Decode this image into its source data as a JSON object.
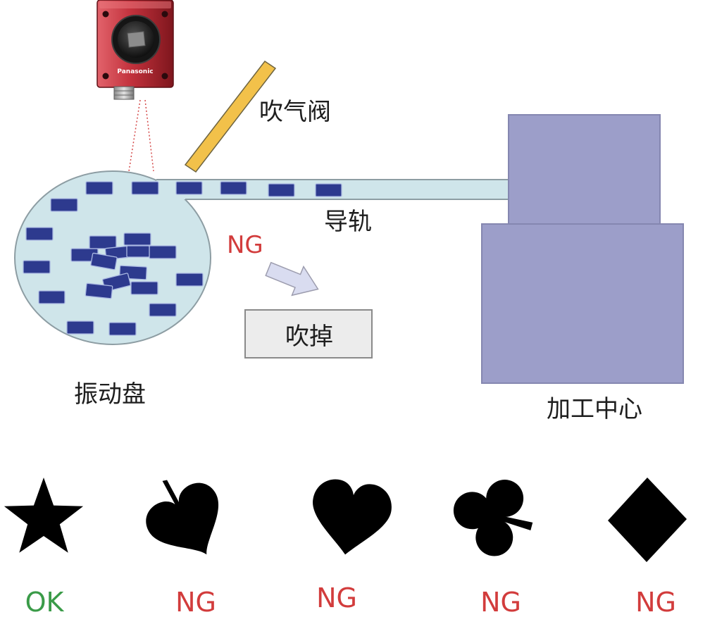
{
  "camera": {
    "brand": "Panasonic"
  },
  "labels": {
    "air_valve": "吹气阀",
    "guide_rail": "导轨",
    "reject_mark": "NG",
    "blow_off": "吹掉",
    "vibration_bowl": "振动盘",
    "machining_center": "加工中心"
  },
  "samples": [
    {
      "icon": "star-icon",
      "result": "OK"
    },
    {
      "icon": "spade-icon",
      "result": "NG"
    },
    {
      "icon": "heart-icon",
      "result": "NG"
    },
    {
      "icon": "club-icon",
      "result": "NG"
    },
    {
      "icon": "diamond-icon",
      "result": "NG"
    }
  ],
  "colors": {
    "ok": "#3a9b48",
    "ng": "#d23c3c",
    "camera_body": "#c2313c",
    "air_valve": "#f2c14a",
    "bowl_fill": "#cfe5ea",
    "part_fill": "#2d3a8e",
    "machining_center_fill": "#9c9ec9",
    "arrow_fill": "#d9dcf0",
    "blow_off_fill": "#ececec",
    "shape_fill": "#000000"
  }
}
